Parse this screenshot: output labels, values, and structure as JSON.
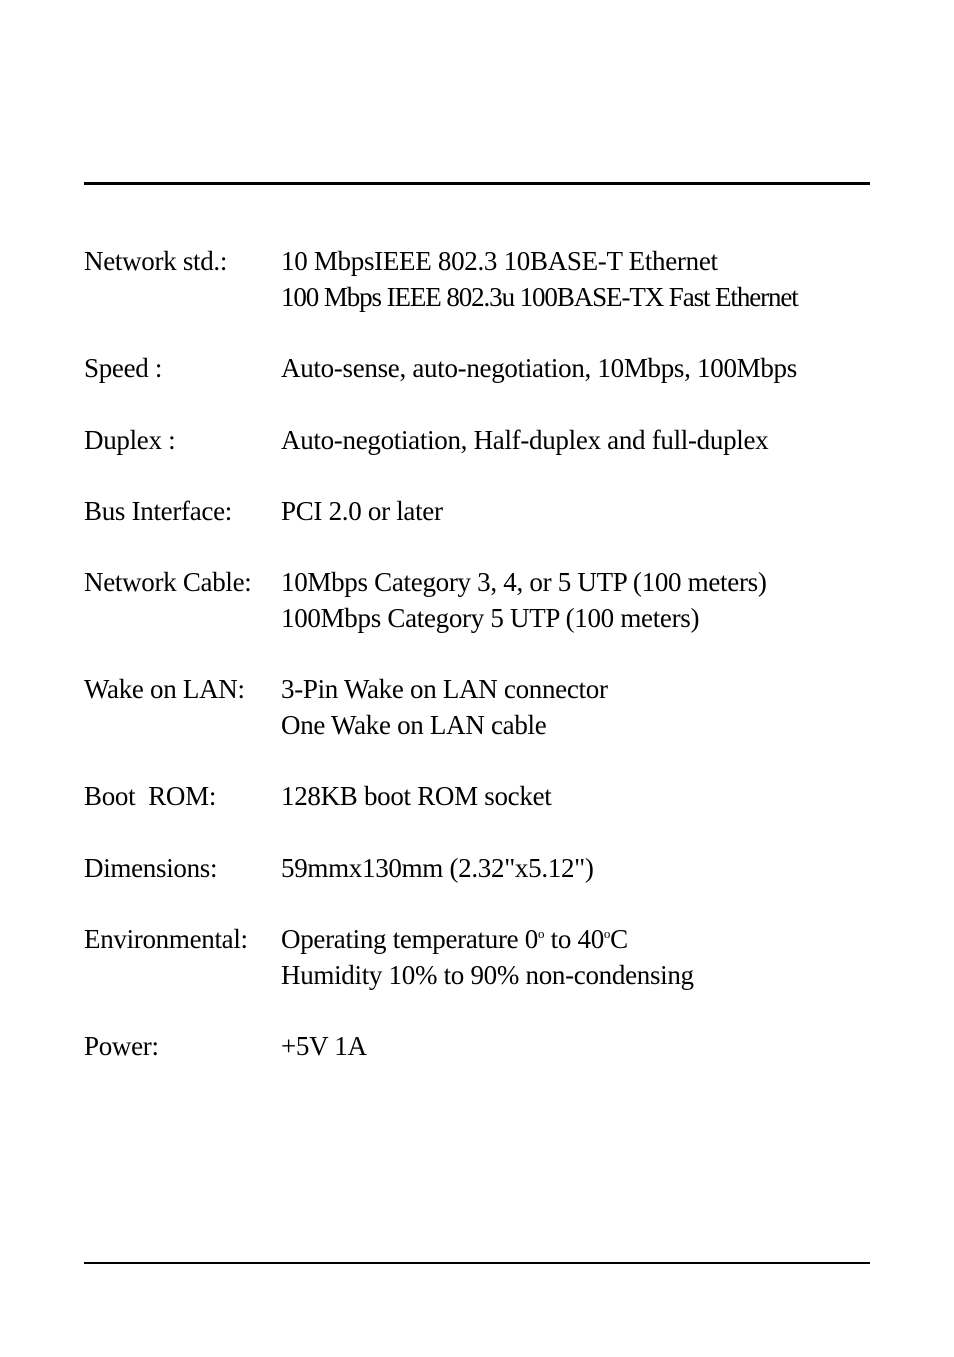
{
  "document": {
    "specs": [
      {
        "label": "Network std.:",
        "values": [
          "10  MbpsIEEE 802.3 10BASE-T Ethernet",
          "100 Mbps IEEE 802.3u 100BASE-TX Fast Ethernet"
        ]
      },
      {
        "label": "Speed :",
        "values": [
          "Auto-sense, auto-negotiation, 10Mbps, 100Mbps"
        ]
      },
      {
        "label": "Duplex :",
        "values": [
          "Auto-negotiation, Half-duplex and full-duplex"
        ]
      },
      {
        "label": "Bus Interface:",
        "values": [
          "PCI 2.0 or later"
        ]
      },
      {
        "label": "Network Cable:",
        "values": [
          "10Mbps Category 3, 4, or 5 UTP (100 meters)",
          "100Mbps Category 5 UTP (100 meters)"
        ]
      },
      {
        "label": "Wake on LAN:",
        "values": [
          "3-Pin Wake on LAN connector",
          "One Wake on LAN cable"
        ]
      },
      {
        "label": "Boot  ROM:",
        "values": [
          "128KB boot ROM socket"
        ]
      },
      {
        "label": "Dimensions:",
        "values": [
          "59mmx130mm (2.32\"x5.12\")"
        ]
      },
      {
        "label": "Environmental:",
        "values": [
          {
            "prefix": "Operating temperature 0",
            "deg1": "o",
            "middle": " to 40",
            "deg2": "o",
            "suffix": "C"
          },
          "Humidity 10% to 90% non-condensing"
        ]
      },
      {
        "label": "Power:",
        "values": [
          "+5V 1A"
        ]
      }
    ]
  }
}
